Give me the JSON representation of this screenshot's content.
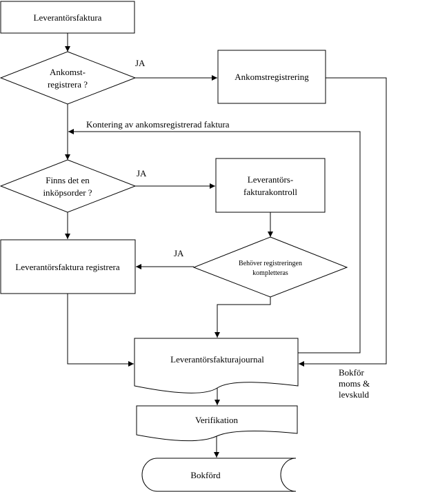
{
  "nodes": {
    "start": "Leverantörsfaktura",
    "ankomst_decision": [
      "Ankomst-",
      "registrera ?"
    ],
    "ankomst_process": "Ankomstregistrering",
    "order_decision": [
      "Finns det en",
      "inköpsorder ?"
    ],
    "kontroll_process": [
      "Leverantörs-",
      "fakturakontroll"
    ],
    "registrera_process": "Leverantörsfaktura registrera",
    "komplettera_decision": [
      "Behöver registreringen",
      "kompletteras"
    ],
    "journal": "Leverantörsfakturajournal",
    "verifikation": "Verifikation",
    "bokford": "Bokförd"
  },
  "labels": {
    "ja_1": "JA",
    "ja_2": "JA",
    "ja_3": "JA",
    "kontering": "Kontering av ankomsregistrerad faktura",
    "bokfor": [
      "Bokför",
      "moms &",
      "levskuld"
    ]
  }
}
